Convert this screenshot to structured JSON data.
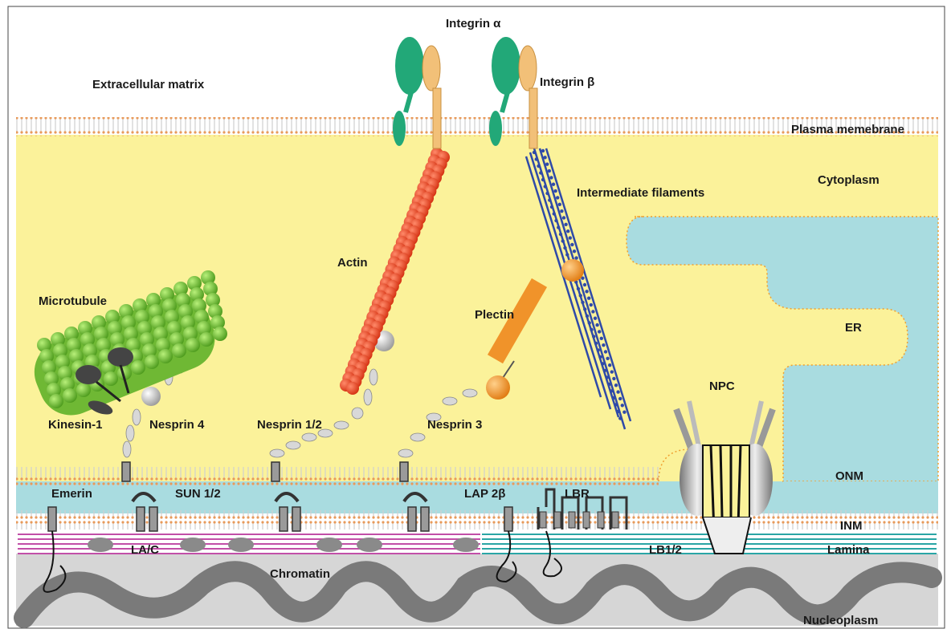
{
  "colors": {
    "cytoplasm": "#fbf29a",
    "perinuclear": "#a9dce0",
    "nucleoplasm": "#d6d6d6",
    "chromatin": "#7a7a7a",
    "actin": "#e8401c",
    "intermediate_filaments": "#2f4aa8",
    "plectin": "#f0932a",
    "microtubule": "#7cc43a",
    "lamin_ac": "#c24fa8",
    "lamin_b": "#2aa5a5",
    "integrin_alpha": "#22a878",
    "integrin_beta": "#f2c078",
    "membrane_dots": "#f0a030"
  },
  "labels": {
    "integrin_alpha": "Integrin α",
    "integrin_beta": "Integrin β",
    "extracellular_matrix": "Extracellular matrix",
    "plasma_membrane": "Plasma memebrane",
    "cytoplasm": "Cytoplasm",
    "intermediate_filaments": "Intermediate filaments",
    "actin": "Actin",
    "microtubule": "Microtubule",
    "plectin": "Plectin",
    "er": "ER",
    "npc": "NPC",
    "kinesin": "Kinesin-1",
    "nesprin4": "Nesprin 4",
    "nesprin12": "Nesprin 1/2",
    "nesprin3": "Nesprin 3",
    "onm": "ONM",
    "emerin": "Emerin",
    "sun12": "SUN 1/2",
    "lap2b": "LAP 2β",
    "lbr": "LBR",
    "inm": "INM",
    "lac": "LA/C",
    "lb12": "LB1/2",
    "lamina": "Lamina",
    "chromatin": "Chromatin",
    "nucleoplasm": "Nucleoplasm"
  }
}
